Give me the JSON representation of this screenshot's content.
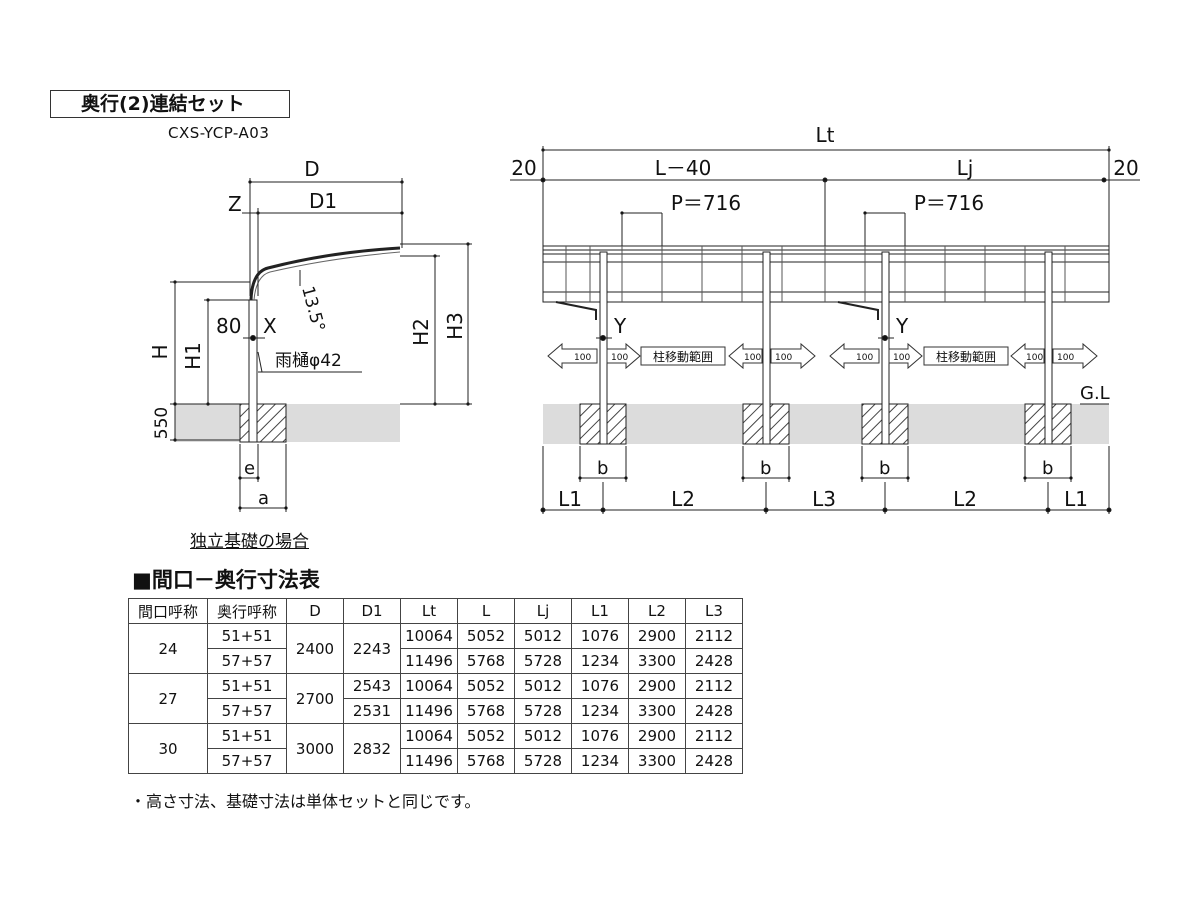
{
  "header": {
    "set_title": "奥行(2)連結セット",
    "model_code": "CXS-YCP-A03"
  },
  "side_view": {
    "labels": {
      "D": "D",
      "D1": "D1",
      "Z": "Z",
      "angle": "13.5°",
      "X": "X",
      "dim_80": "80",
      "H": "H",
      "H1": "H1",
      "H2": "H2",
      "H3": "H3",
      "dim_550": "550",
      "downpipe": "雨樋φ42",
      "e": "e",
      "a": "a"
    },
    "caption": "独立基礎の場合"
  },
  "front_view": {
    "labels": {
      "Lt": "Lt",
      "L40": "L－40",
      "Lj": "Lj",
      "end_left": "20",
      "end_right": "20",
      "P1": "P＝716",
      "P2": "P＝716",
      "Y1": "Y",
      "Y2": "Y",
      "GL": "G.L",
      "b": "b",
      "L1": "L1",
      "L2": "L2",
      "L3": "L3",
      "arrow_100": "100",
      "move_range": "柱移動範囲"
    }
  },
  "table": {
    "title": "■間口－奥行寸法表",
    "headers": [
      "間口呼称",
      "奥行呼称",
      "D",
      "D1",
      "Lt",
      "L",
      "Lj",
      "L1",
      "L2",
      "L3"
    ],
    "groups": [
      {
        "width": "24",
        "D": "2400",
        "rows": [
          {
            "depth": "51+51",
            "D1": "2243",
            "Lt": "10064",
            "L": "5052",
            "Lj": "5012",
            "L1": "1076",
            "L2": "2900",
            "L3": "2112"
          },
          {
            "depth": "57+57",
            "D1": "",
            "Lt": "11496",
            "L": "5768",
            "Lj": "5728",
            "L1": "1234",
            "L2": "3300",
            "L3": "2428"
          }
        ]
      },
      {
        "width": "27",
        "D": "2700",
        "rows": [
          {
            "depth": "51+51",
            "D1": "2543",
            "Lt": "10064",
            "L": "5052",
            "Lj": "5012",
            "L1": "1076",
            "L2": "2900",
            "L3": "2112"
          },
          {
            "depth": "57+57",
            "D1": "2531",
            "Lt": "11496",
            "L": "5768",
            "Lj": "5728",
            "L1": "1234",
            "L2": "3300",
            "L3": "2428"
          }
        ]
      },
      {
        "width": "30",
        "D": "3000",
        "rows": [
          {
            "depth": "51+51",
            "D1": "2832",
            "Lt": "10064",
            "L": "5052",
            "Lj": "5012",
            "L1": "1076",
            "L2": "2900",
            "L3": "2112"
          },
          {
            "depth": "57+57",
            "D1": "",
            "Lt": "11496",
            "L": "5768",
            "Lj": "5728",
            "L1": "1234",
            "L2": "3300",
            "L3": "2428"
          }
        ]
      }
    ]
  },
  "note": "・高さ寸法、基礎寸法は単体セットと同じです。"
}
